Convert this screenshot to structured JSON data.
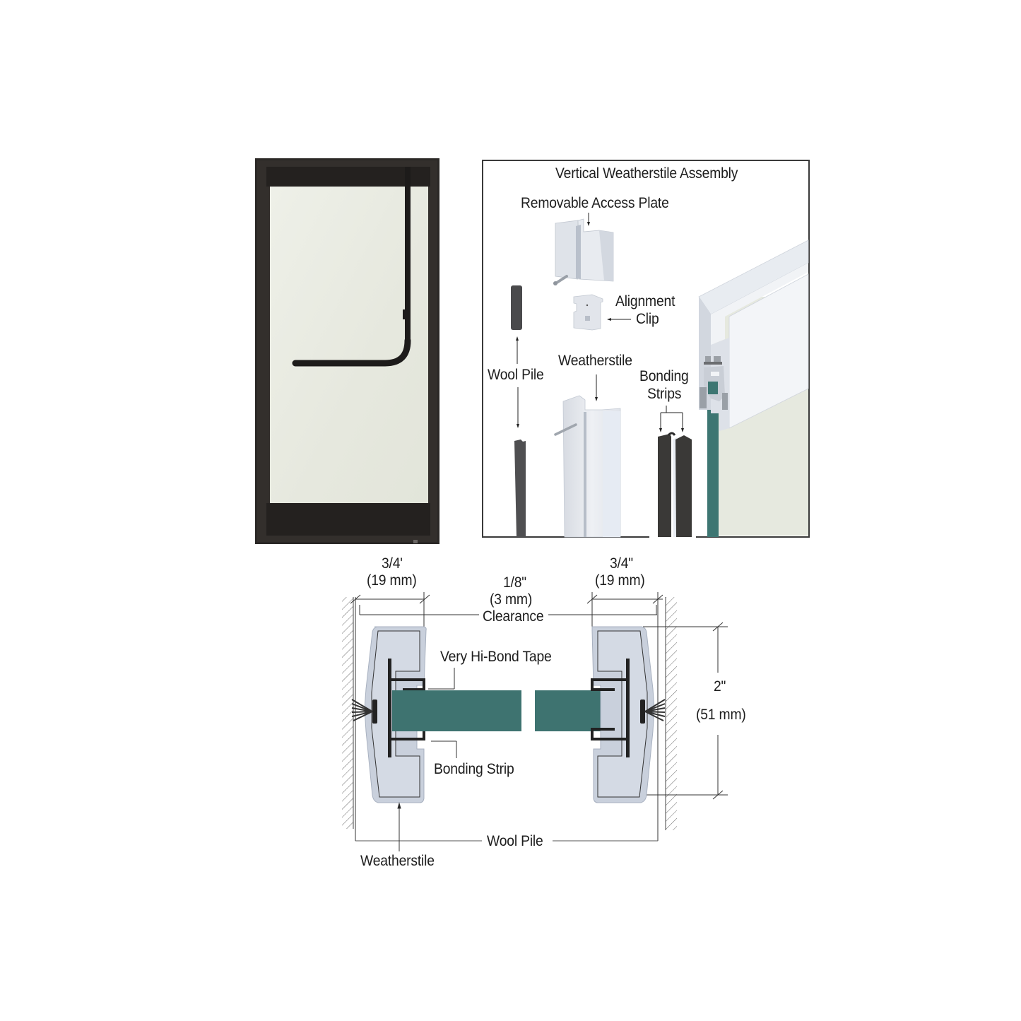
{
  "door_photo": {
    "name": "Full glass door with ladder pull handle",
    "frame_color": "#2b2826",
    "glass_color": "#e8ebe1"
  },
  "assembly_panel": {
    "title": "Vertical Weatherstile Assembly",
    "labels": {
      "removable_access_plate": "Removable Access Plate",
      "alignment_clip_line1": "Alignment",
      "alignment_clip_line2": "Clip",
      "wool_pile": "Wool Pile",
      "weatherstile": "Weatherstile",
      "bonding_strips_line1": "Bonding",
      "bonding_strips_line2": "Strips"
    }
  },
  "cross_section": {
    "dimensions": {
      "left_width_in": "3/4'",
      "left_width_mm": "(19 mm)",
      "gap_in": "1/8\"",
      "gap_mm": "(3 mm)",
      "gap_label": "Clearance",
      "right_width_in": "3/4\"",
      "right_width_mm": "(19 mm)",
      "height_in": "2\"",
      "height_mm": "(51 mm)"
    },
    "labels": {
      "very_hi_bond_tape": "Very Hi-Bond Tape",
      "bonding_strip": "Bonding Strip",
      "wool_pile": "Wool Pile",
      "weatherstile": "Weatherstile"
    }
  },
  "colors": {
    "glass_teal": "#3e7370",
    "weatherstile_grey": "#c9d0dc",
    "strip_dark": "#2a2a2a",
    "panel_border": "#3a3a3a"
  }
}
